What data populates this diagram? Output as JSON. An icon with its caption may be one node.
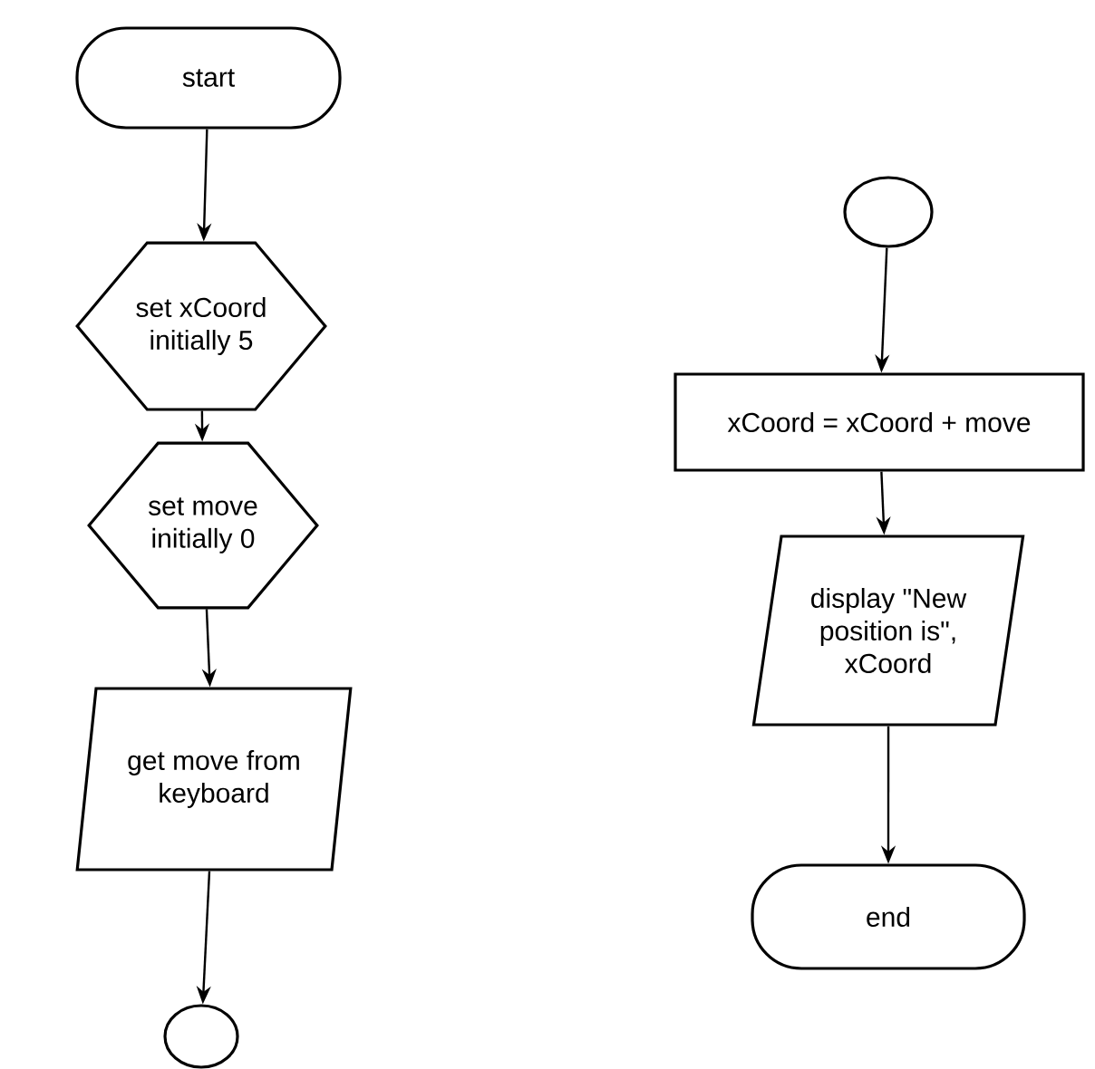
{
  "diagram": {
    "nodes": [
      {
        "text": [
          "start"
        ]
      },
      {
        "text": [
          "set xCoord initially 5"
        ]
      },
      {
        "text": [
          "set move initially 0"
        ]
      },
      {
        "text": [
          "get move from keyboard"
        ]
      },
      {
        "text": [],
        "shape": "circle"
      },
      {
        "text": [],
        "shape": "circle"
      },
      {
        "text": [
          "xCoord = xCoord + move"
        ]
      },
      {
        "text": [
          "display \"New position is\", xCoord"
        ]
      },
      {
        "text": [
          "end"
        ]
      }
    ],
    "edges": [
      {
        "from": 0,
        "to": 1,
        "arrow": "to"
      },
      {
        "from": 1,
        "to": 2,
        "arrow": "to"
      },
      {
        "from": 2,
        "to": 3,
        "arrow": "to"
      },
      {
        "from": 3,
        "to": 4,
        "arrow": "to"
      },
      {
        "from": 5,
        "to": 6,
        "arrow": "to"
      },
      {
        "from": 6,
        "to": 7,
        "arrow": "to"
      },
      {
        "from": 7,
        "to": 8,
        "arrow": "to"
      }
    ]
  }
}
